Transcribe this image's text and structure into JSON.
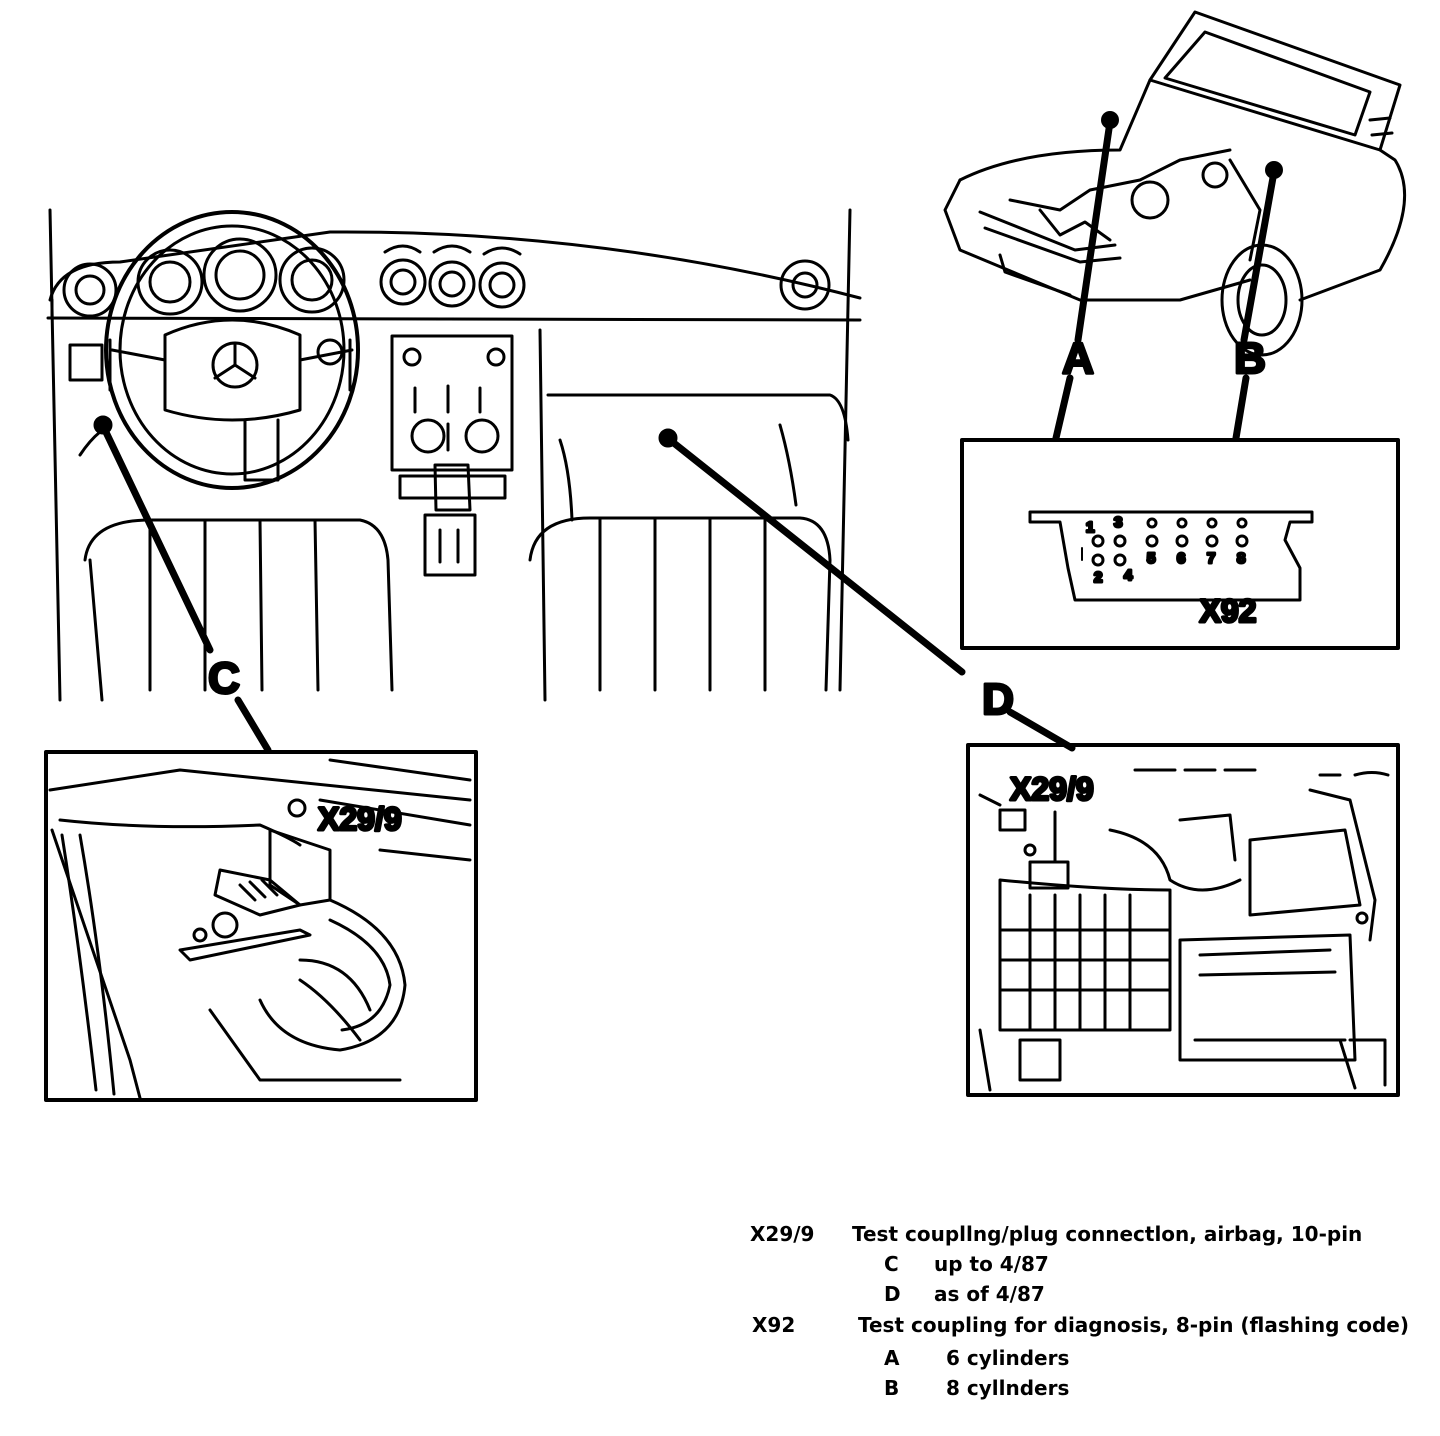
{
  "callouts": {
    "a": "A",
    "b": "B",
    "c": "C",
    "d": "D"
  },
  "x92_box": {
    "code": "X92",
    "pins": [
      "1",
      "2",
      "3",
      "4",
      "5",
      "6",
      "7",
      "8"
    ]
  },
  "c_box": {
    "code": "X29/9"
  },
  "d_box": {
    "code": "X29/9"
  },
  "legend": {
    "items": [
      {
        "code": "X29/9",
        "text": "Test coupllng/plug connectlon,  airbag, 10-pin"
      },
      {
        "code": "C",
        "text": "up to 4/87"
      },
      {
        "code": "D",
        "text": "as of  4/87"
      },
      {
        "code": "X92",
        "text": "Test coupling for diagnosis, 8-pin  (flashing code)"
      },
      {
        "code": "A",
        "text": "6 cylinders"
      },
      {
        "code": "B",
        "text": "8 cyllnders"
      }
    ]
  }
}
